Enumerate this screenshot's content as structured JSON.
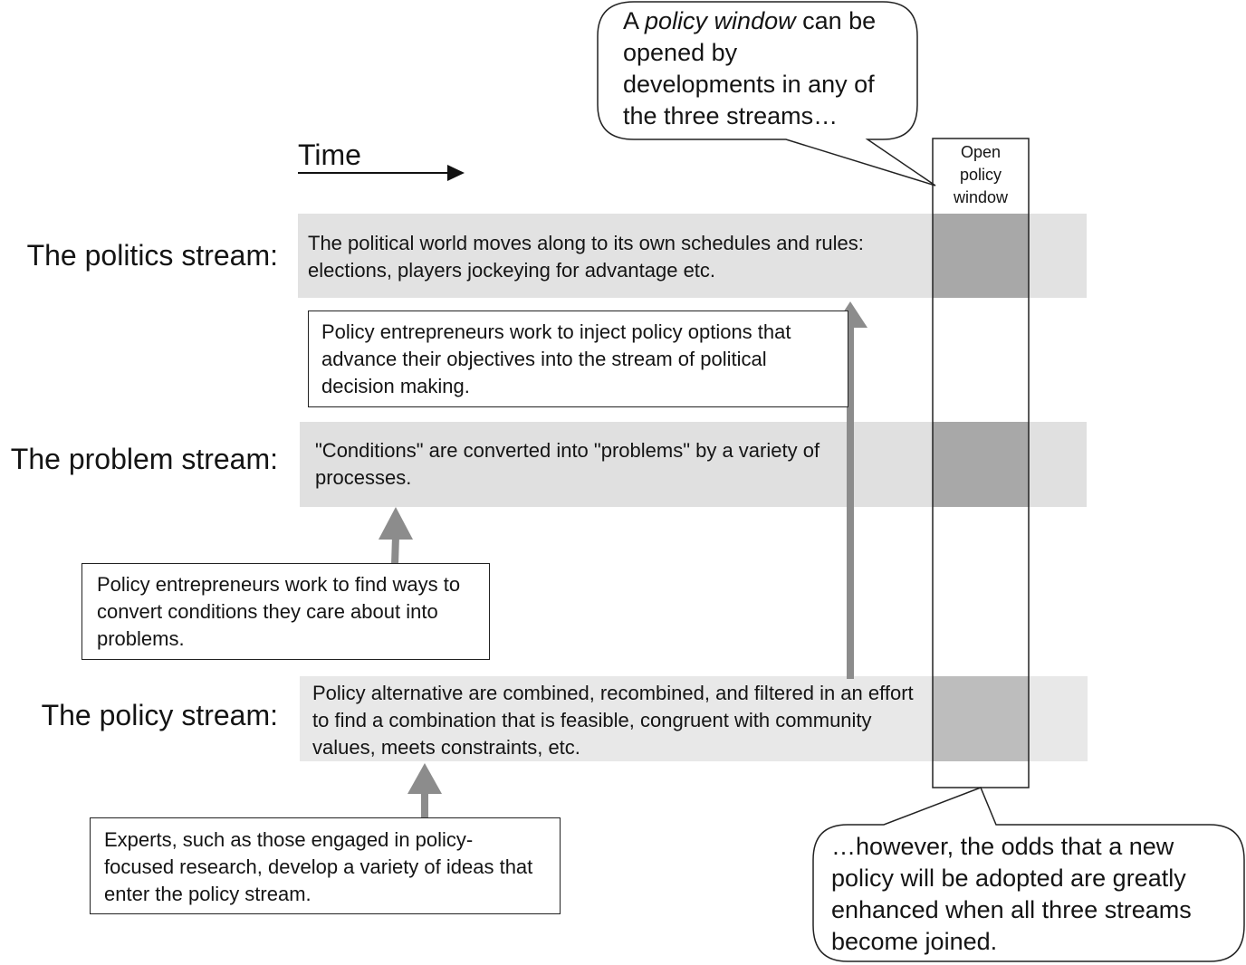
{
  "time": {
    "label": "Time"
  },
  "window": {
    "label_line1": "Open",
    "label_line2": "policy",
    "label_line3": "window"
  },
  "streams": [
    {
      "label": "The politics stream:",
      "text": "The political world moves along to its own schedules and rules: elections, players jockeying for advantage etc."
    },
    {
      "label": "The problem stream:",
      "text": "\"Conditions\" are converted into \"problems\" by a variety of processes."
    },
    {
      "label": "The policy stream:",
      "text": "Policy alternative are combined, recombined, and filtered in an effort to find a combination that is feasible, congruent with community values, meets constraints, etc."
    }
  ],
  "boxes": {
    "entrepreneurs_politics": "Policy entrepreneurs work to inject policy options that advance their objectives into the stream of political decision making.",
    "entrepreneurs_problems": "Policy entrepreneurs work to find ways to convert conditions they care about into problems.",
    "experts": "Experts, such as those engaged in policy-focused research, develop a variety of ideas that enter the policy stream."
  },
  "callouts": {
    "top_prefix": "A ",
    "top_italic": "policy window",
    "top_suffix": " can be opened by developments in any of the three streams…",
    "bottom": "…however, the odds that a new policy will be adopted are greatly enhanced when all three streams become joined."
  },
  "colors": {
    "politics_band": "#e2e2e2",
    "problem_band": "#e0e0e0",
    "policy_band": "#e8e8e8",
    "window_fill": "#a8a8a8",
    "arrow": "#8c8c8c"
  }
}
